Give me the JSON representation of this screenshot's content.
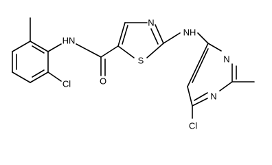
{
  "structure": {
    "bg_color": "#ffffff",
    "line_color": "#000000",
    "atom_labels": {
      "hn_amide": "HN",
      "o": "O",
      "n_thiazole": "N",
      "s_thiazole": "S",
      "nh_amine": "NH",
      "cl_phenyl": "Cl",
      "n_pyr_top": "N",
      "n_pyr_bottom": "N",
      "cl_pyr": "Cl"
    }
  }
}
